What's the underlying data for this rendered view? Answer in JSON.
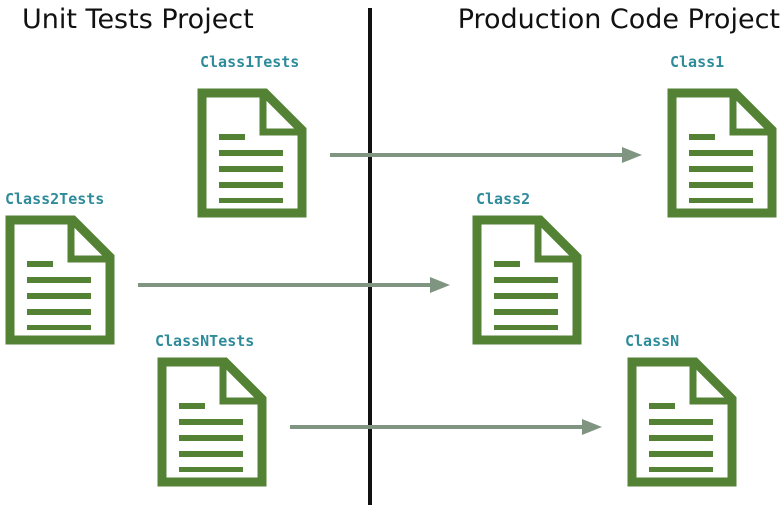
{
  "headings": {
    "left": "Unit Tests Project",
    "right": "Production Code Project"
  },
  "colors": {
    "doc_stroke": "#548235",
    "label": "#2e8b9a",
    "arrow": "#7f9481",
    "divider": "#111111",
    "text": "#111111"
  },
  "test_files": [
    {
      "name": "Class1Tests"
    },
    {
      "name": "Class2Tests"
    },
    {
      "name": "ClassNTests"
    }
  ],
  "production_files": [
    {
      "name": "Class1"
    },
    {
      "name": "Class2"
    },
    {
      "name": "ClassN"
    }
  ]
}
